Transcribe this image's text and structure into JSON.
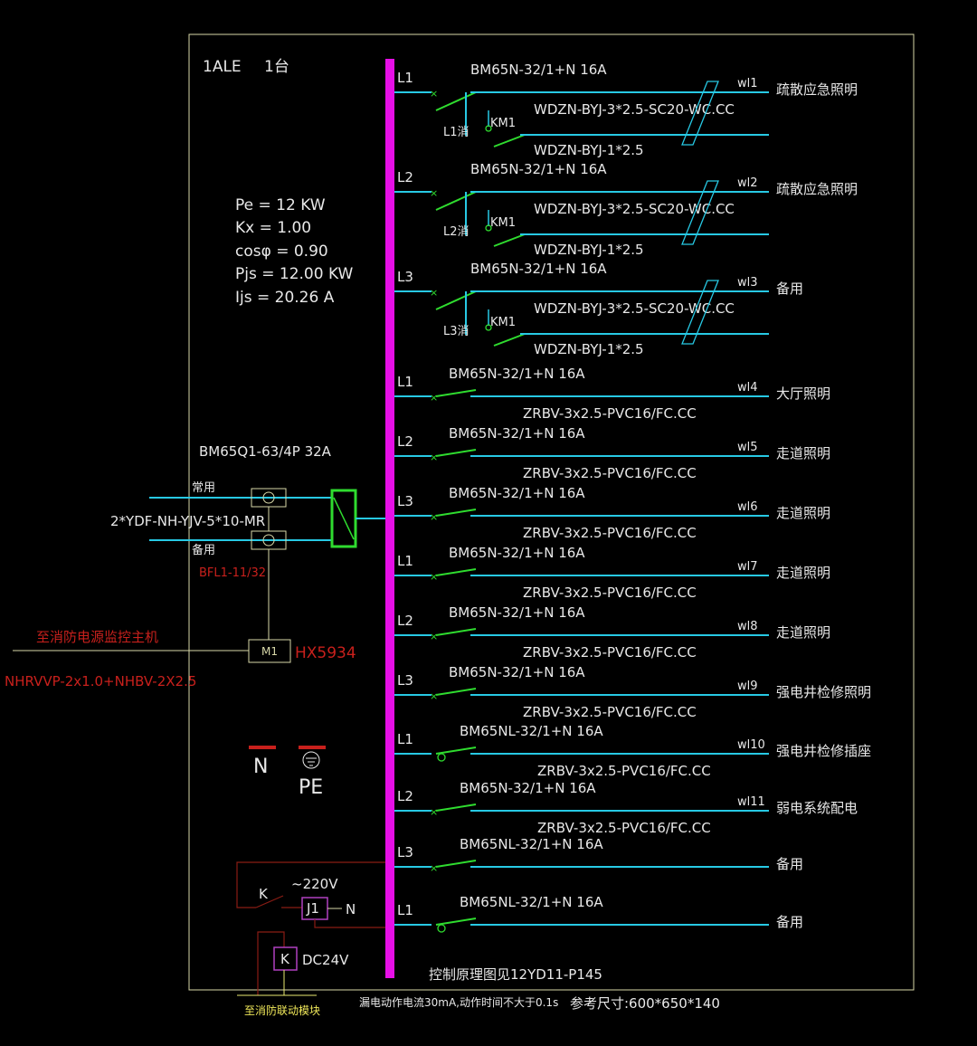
{
  "panel": {
    "name": "1ALE",
    "qty": "1台",
    "params": [
      "Pe = 12 KW",
      "Kx = 1.00",
      "cosφ = 0.90",
      "Pjs = 12.00 KW",
      "Ijs = 20.26 A"
    ]
  },
  "incoming": {
    "switch": "BM65Q1-63/4P 32A",
    "normal_label": "常用",
    "backup_label": "备用",
    "cable": "2*YDF-NH-YJV-5*10-MR",
    "ct": "BFL1-11/32",
    "monitor_label": "至消防电源监控主机",
    "monitor_cable": "NHRVVP-2x1.0+NHBV-2X2.5",
    "module": "M1",
    "module_model": "HX5934"
  },
  "circuits": [
    {
      "phase": "L1",
      "breaker": "BM65N-32/1+N 16A",
      "cable": "WDZN-BYJ-3*2.5-SC20-WC.CC",
      "id": "wl1",
      "load": "疏散应急照明",
      "emergency": true,
      "fire_phase": "L1消",
      "contactor": "KM1",
      "cable2": "WDZN-BYJ-1*2.5"
    },
    {
      "phase": "L2",
      "breaker": "BM65N-32/1+N 16A",
      "cable": "WDZN-BYJ-3*2.5-SC20-WC.CC",
      "id": "wl2",
      "load": "疏散应急照明",
      "emergency": true,
      "fire_phase": "L2消",
      "contactor": "KM1",
      "cable2": "WDZN-BYJ-1*2.5"
    },
    {
      "phase": "L3",
      "breaker": "BM65N-32/1+N 16A",
      "cable": "WDZN-BYJ-3*2.5-SC20-WC.CC",
      "id": "wl3",
      "load": "备用",
      "emergency": true,
      "fire_phase": "L3消",
      "contactor": "KM1",
      "cable2": "WDZN-BYJ-1*2.5"
    },
    {
      "phase": "L1",
      "breaker": "BM65N-32/1+N 16A",
      "cable": "ZRBV-3x2.5-PVC16/FC.CC",
      "id": "wl4",
      "load": "大厅照明"
    },
    {
      "phase": "L2",
      "breaker": "BM65N-32/1+N 16A",
      "cable": "ZRBV-3x2.5-PVC16/FC.CC",
      "id": "wl5",
      "load": "走道照明"
    },
    {
      "phase": "L3",
      "breaker": "BM65N-32/1+N 16A",
      "cable": "ZRBV-3x2.5-PVC16/FC.CC",
      "id": "wl6",
      "load": "走道照明"
    },
    {
      "phase": "L1",
      "breaker": "BM65N-32/1+N 16A",
      "cable": "ZRBV-3x2.5-PVC16/FC.CC",
      "id": "wl7",
      "load": "走道照明"
    },
    {
      "phase": "L2",
      "breaker": "BM65N-32/1+N 16A",
      "cable": "ZRBV-3x2.5-PVC16/FC.CC",
      "id": "wl8",
      "load": "走道照明"
    },
    {
      "phase": "L3",
      "breaker": "BM65N-32/1+N 16A",
      "cable": "ZRBV-3x2.5-PVC16/FC.CC",
      "id": "wl9",
      "load": "强电井检修照明"
    },
    {
      "phase": "L1",
      "breaker": "BM65NL-32/1+N 16A",
      "cable": "ZRBV-3x2.5-PVC16/FC.CC",
      "id": "wl10",
      "load": "强电井检修插座",
      "rcd": true
    },
    {
      "phase": "L2",
      "breaker": "BM65N-32/1+N 16A",
      "cable": "ZRBV-3x2.5-PVC16/FC.CC",
      "id": "wl11",
      "load": "弱电系统配电"
    },
    {
      "phase": "L3",
      "breaker": "BM65NL-32/1+N 16A",
      "cable": "",
      "id": "",
      "load": "备用"
    },
    {
      "phase": "L1",
      "breaker": "BM65NL-32/1+N 16A",
      "cable": "",
      "id": "",
      "load": "备用",
      "rcd": true
    }
  ],
  "bus": {
    "n_label": "N",
    "pe_label": "PE"
  },
  "control": {
    "k_label": "K",
    "voltage": "~220V",
    "relay": "J1",
    "n_label": "N",
    "coil": "K",
    "coil_voltage": "DC24V",
    "module": "至消防联动模块"
  },
  "footer": {
    "control_ref": "控制原理图见12YD11-P145",
    "leakage_note": "漏电动作电流30mA,动作时间不大于0.1s",
    "size_ref": "参考尺寸:600*650*140"
  },
  "colors": {
    "bus": "#e60fe6",
    "feeder": "#27c9e4",
    "breaker": "#2fdc2f",
    "frame": "#d8d8a8",
    "red": "#c8201c",
    "dark_red": "#8a1c14",
    "purple_box": "#b040c0",
    "yellow_line": "#e8e870"
  }
}
